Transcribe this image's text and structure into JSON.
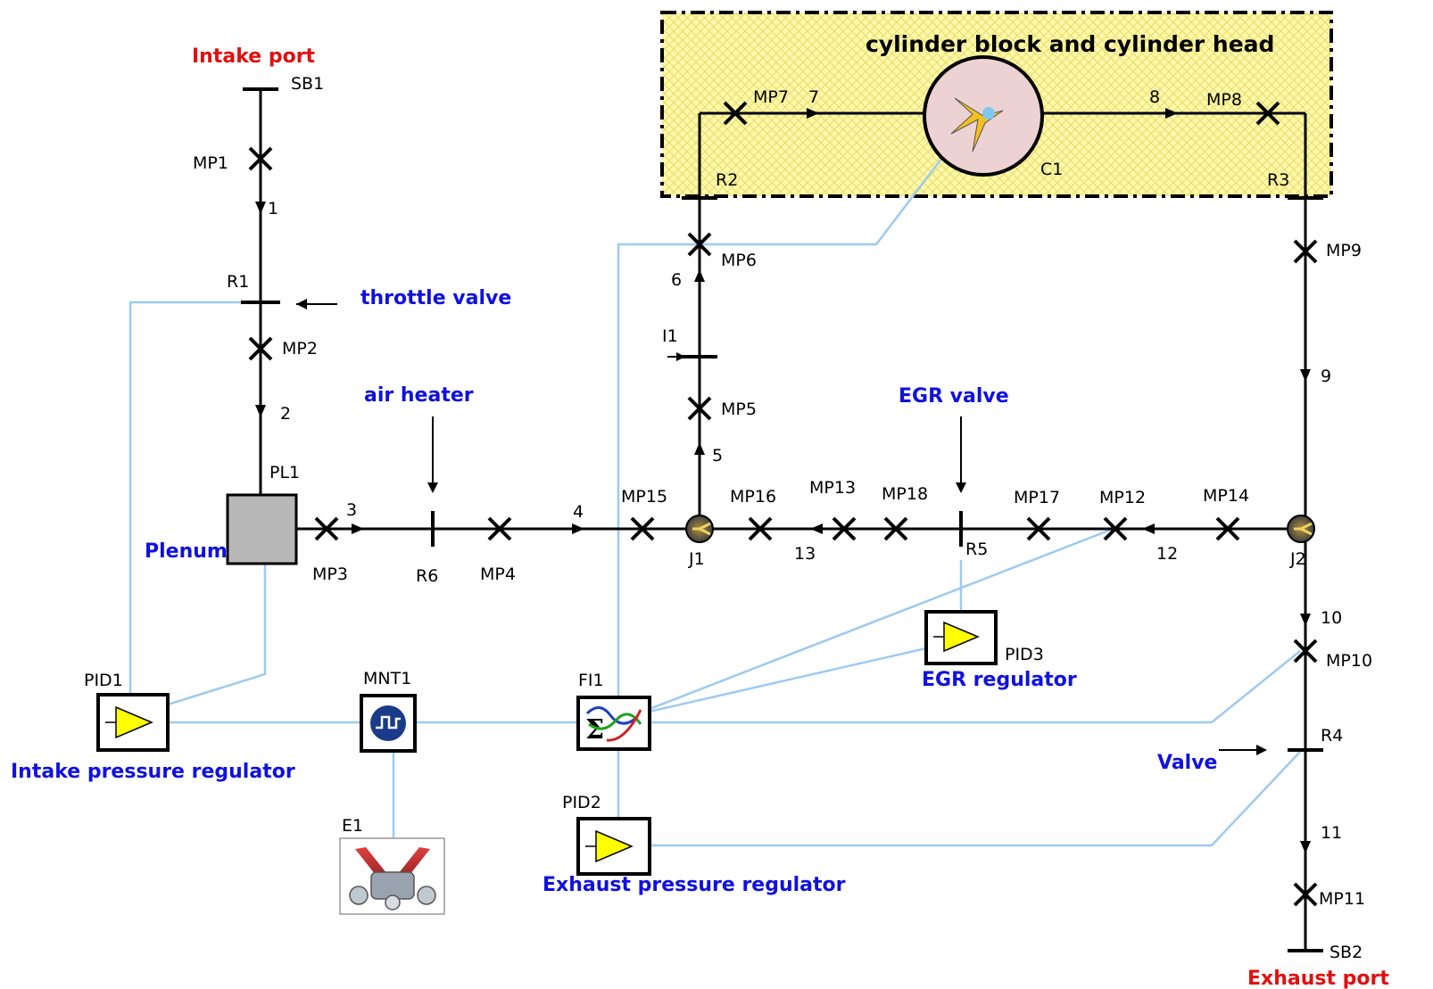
{
  "labels": {
    "intake_port": "Intake port",
    "exhaust_port": "Exhaust port",
    "block_title": "cylinder block and cylinder head",
    "throttle_valve": "throttle valve",
    "air_heater": "air heater",
    "egr_valve": "EGR valve",
    "plenum": "Plenum",
    "egr_regulator": "EGR regulator",
    "valve": "Valve",
    "intake_pressure_regulator": "Intake pressure regulator",
    "exhaust_pressure_regulator": "Exhaust pressure regulator"
  },
  "components": {
    "SB1": "SB1",
    "SB2": "SB2",
    "R1": "R1",
    "R2": "R2",
    "R3": "R3",
    "R4": "R4",
    "R5": "R5",
    "R6": "R6",
    "PL1": "PL1",
    "C1": "C1",
    "J1": "J1",
    "J2": "J2",
    "I1": "I1",
    "PID1": "PID1",
    "PID2": "PID2",
    "PID3": "PID3",
    "MNT1": "MNT1",
    "FI1": "FI1",
    "E1": "E1"
  },
  "measuring_points": {
    "MP1": "MP1",
    "MP2": "MP2",
    "MP3": "MP3",
    "MP4": "MP4",
    "MP5": "MP5",
    "MP6": "MP6",
    "MP7": "MP7",
    "MP8": "MP8",
    "MP9": "MP9",
    "MP10": "MP10",
    "MP11": "MP11",
    "MP12": "MP12",
    "MP13": "MP13",
    "MP14": "MP14",
    "MP15": "MP15",
    "MP16": "MP16",
    "MP17": "MP17",
    "MP18": "MP18"
  },
  "branches": [
    "1",
    "2",
    "3",
    "4",
    "5",
    "6",
    "7",
    "8",
    "9",
    "10",
    "11",
    "12",
    "13"
  ],
  "colors": {
    "pipe": "#000000",
    "signal": "#9ecaf0",
    "callout": "#1010e0",
    "port": "#e01010",
    "block_fill": "#fff9a8",
    "regulator_triangle": "#ffff00"
  }
}
